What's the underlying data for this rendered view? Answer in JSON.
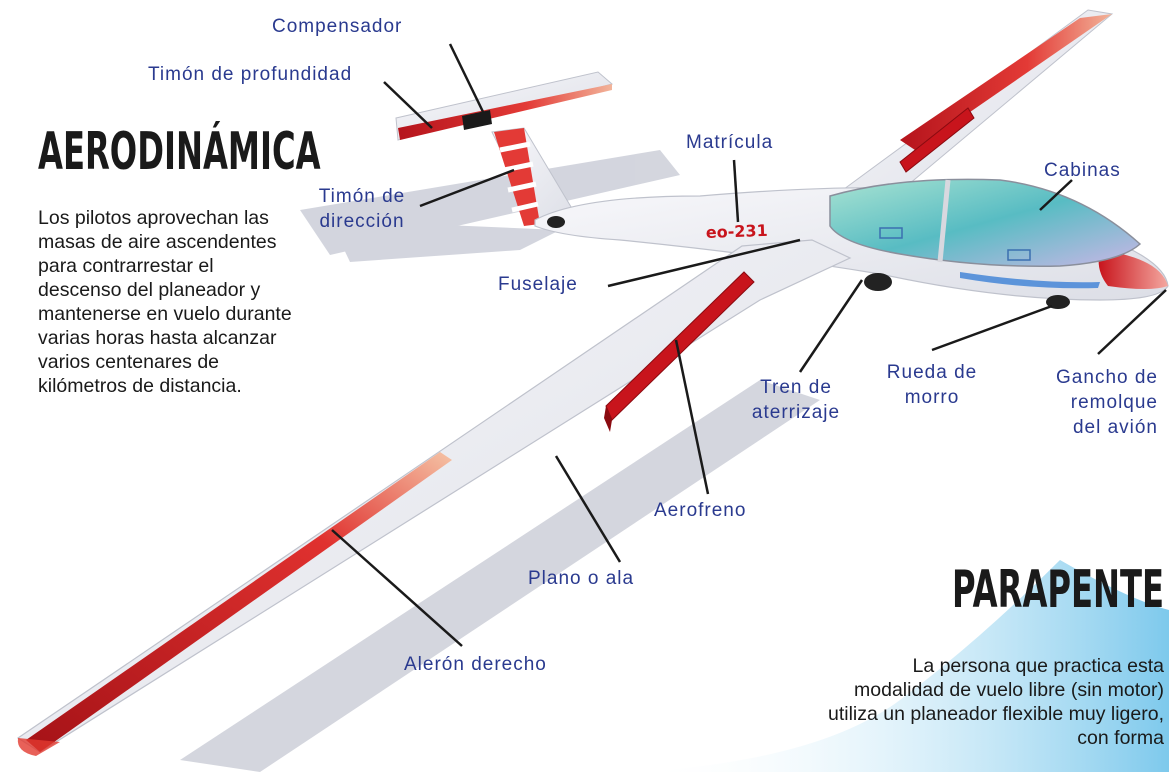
{
  "sections": {
    "aerodinamica": {
      "title": "AERODINÁMICA",
      "body": "Los pilotos aprovechan las masas de aire ascendentes para contrarrestar el descenso del planeador y mantenerse en vuelo durante varias horas hasta alcanzar varios centenares de kilómetros de distancia."
    },
    "parapente": {
      "title": "PARAPENTE",
      "body": "La persona que practica esta modalidad de vuelo libre (sin motor) utiliza un planeador flexible muy ligero, con forma"
    }
  },
  "labels": {
    "compensador": "Compensador",
    "timon_profundidad": "Timón de profundidad",
    "timon_direccion_1": "Timón de",
    "timon_direccion_2": "dirección",
    "matricula": "Matrícula",
    "cabinas": "Cabinas",
    "fuselaje": "Fuselaje",
    "tren_1": "Tren de",
    "tren_2": "aterrizaje",
    "rueda_1": "Rueda de",
    "rueda_2": "morro",
    "gancho_1": "Gancho de",
    "gancho_2": "remolque",
    "gancho_3": "del avión",
    "aerofreno": "Aerofreno",
    "plano": "Plano o ala",
    "aleron": "Alerón derecho"
  },
  "registration_mark": "eo-231",
  "colors": {
    "label": "#2a3a8f",
    "wing": "#ecedf2",
    "red": "#d8232a",
    "canopy": "#7fcfc9",
    "sky": "#6fc3ea"
  }
}
